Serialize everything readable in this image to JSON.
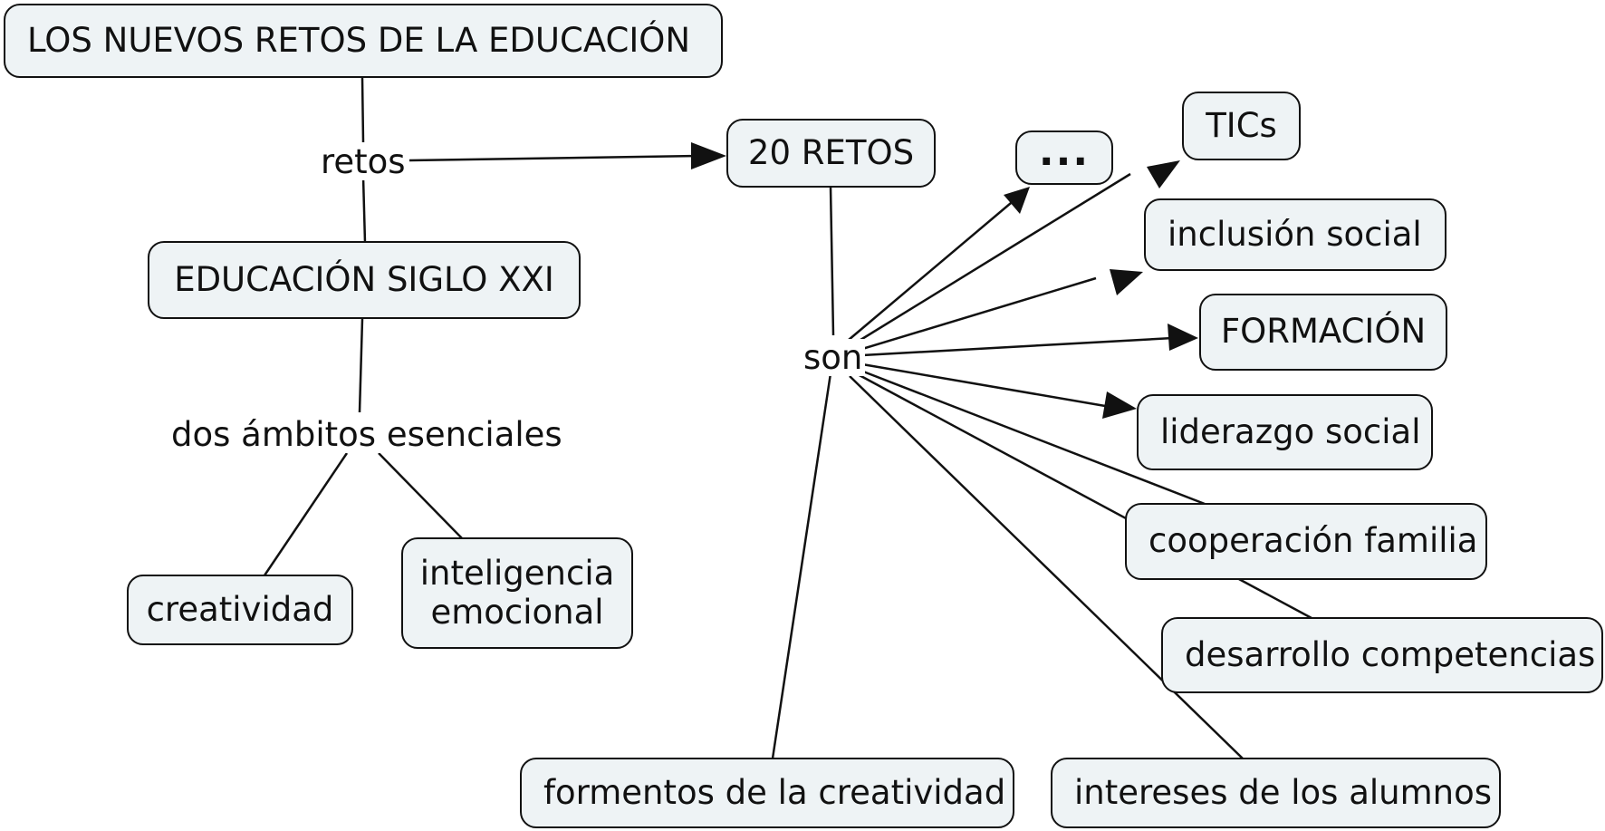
{
  "nodes": {
    "title": "LOS NUEVOS RETOS DE LA EDUCACIÓN",
    "educacion": "EDUCACIÓN SIGLO XXI",
    "veinte_retos": "20 RETOS",
    "ellipsis": "...",
    "tics": "TICs",
    "inclusion": "inclusión social",
    "formacion": "FORMACIÓN",
    "liderazgo": "liderazgo social",
    "cooperacion": "cooperación familia",
    "desarrollo": "desarrollo competencias",
    "intereses": "intereses de los alumnos",
    "formentos": "formentos de la creatividad",
    "creatividad": "creatividad",
    "inteligencia_line1": "inteligencia",
    "inteligencia_line2": "emocional"
  },
  "links": {
    "retos": "retos",
    "son": "son",
    "ambitos": "dos ámbitos esenciales"
  },
  "colors": {
    "node_fill": "#eef3f5",
    "stroke": "#111111"
  }
}
